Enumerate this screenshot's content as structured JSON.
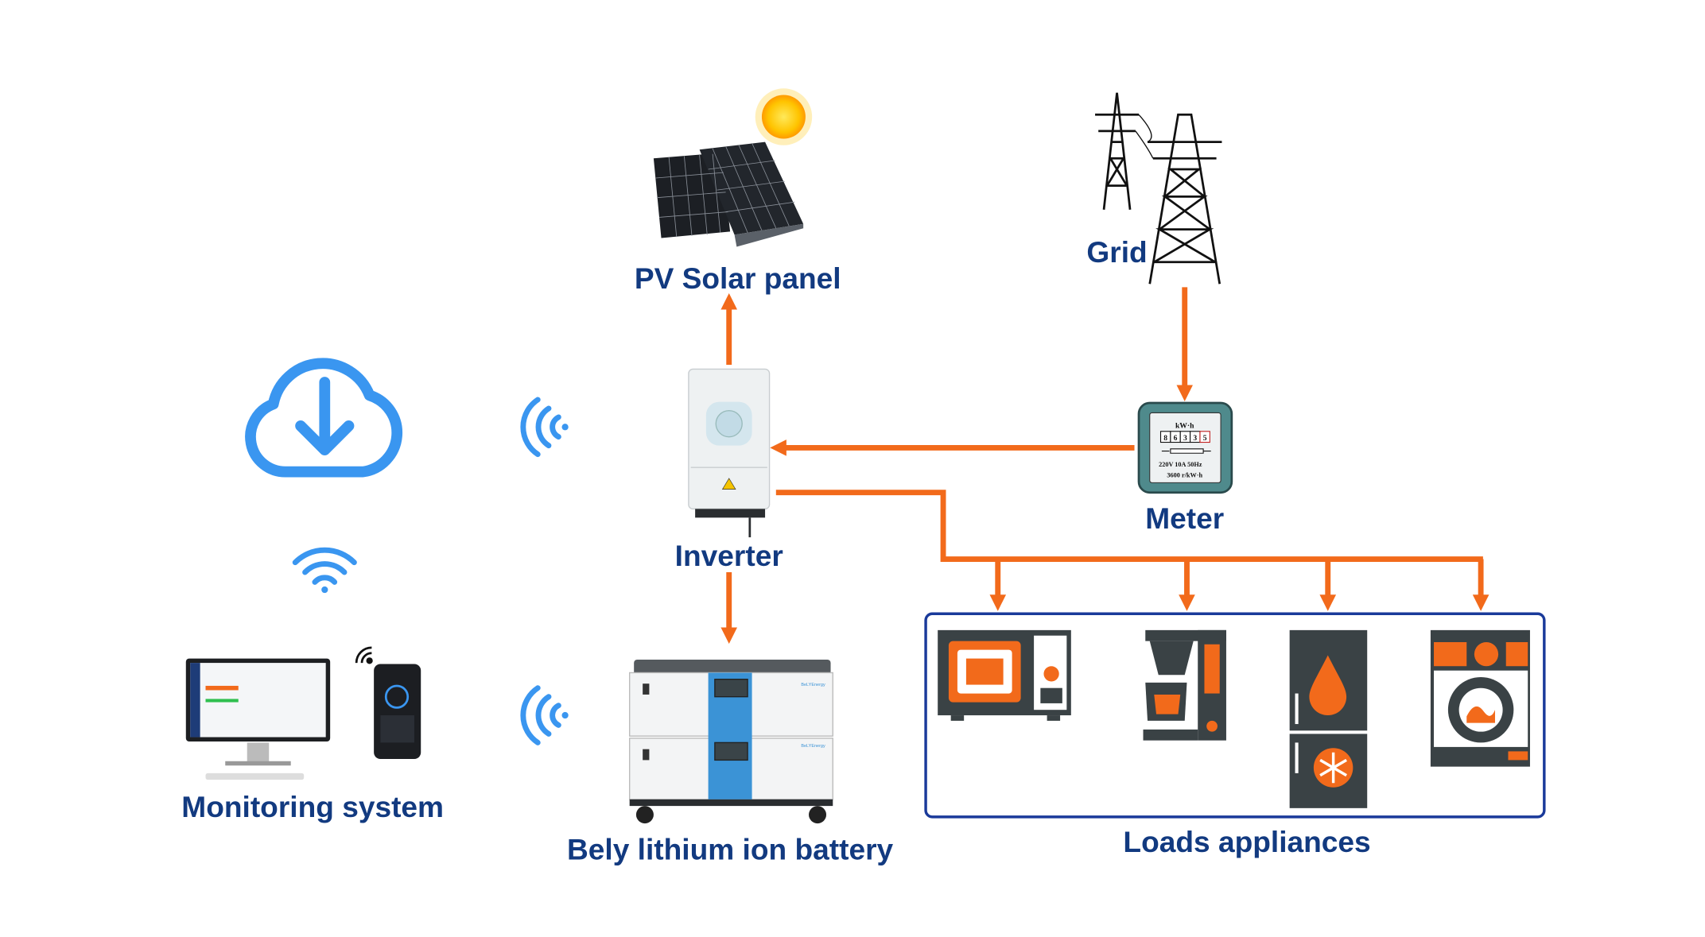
{
  "labels": {
    "solar": "PV Solar panel",
    "grid": "Grid",
    "inverter": "Inverter",
    "meter": "Meter",
    "battery": "Bely lithium ion battery",
    "monitoring": "Monitoring system",
    "loads": "Loads appliances"
  },
  "meter": {
    "unit": "kW·h",
    "digits": [
      "8",
      "6",
      "3",
      "3",
      "5"
    ],
    "rating": "220V 10A 50Hz",
    "constant": "3600 r/kW·h"
  },
  "battery": {
    "brand": "BeLYEnergy"
  },
  "colors": {
    "flow": "#f26a1b",
    "label": "#123a80",
    "wireless": "#3a96f0",
    "appliance_dark": "#3a4245",
    "appliance_accent": "#f26a1b",
    "loads_border": "#1a3a9a"
  },
  "icons": [
    "sun-icon",
    "solar-panel-icon",
    "power-tower-icon",
    "cloud-download-icon",
    "wifi-icon",
    "wireless-signal-icon",
    "inverter-icon",
    "meter-icon",
    "battery-icon",
    "monitor-icon",
    "phone-icon",
    "microwave-icon",
    "coffee-maker-icon",
    "refrigerator-icon",
    "washing-machine-icon"
  ]
}
